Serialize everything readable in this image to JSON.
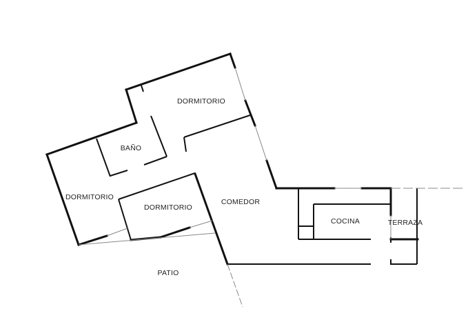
{
  "plan": {
    "rooms": {
      "dormitorio_top": "DORMITORIO",
      "bano": "BAÑO",
      "dormitorio_left": "DORMITORIO",
      "dormitorio_middle": "DORMITORIO",
      "comedor": "COMEDOR",
      "cocina": "COCINA",
      "terraza": "TERRAZA",
      "patio": "PATIO"
    }
  }
}
